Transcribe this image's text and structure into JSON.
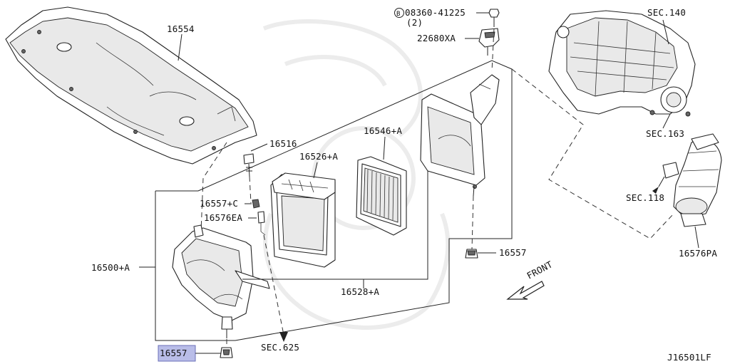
{
  "diagram_code": "J16501LF",
  "highlight_color": "#b9bde8",
  "labels": {
    "cover": "16554",
    "bolt_ref": "08360-41225",
    "bolt_qty": "(2)",
    "maf_sensor": "22680XA",
    "sec_140": "SEC.140",
    "sec_163": "SEC.163",
    "sec_118": "SEC.118",
    "duct": "16576PA",
    "screw": "16516",
    "filter_frame": "16526+A",
    "filter_element": "16546+A",
    "collar": "16557+C",
    "hose": "16576EA",
    "air_cleaner_assy": "16500+A",
    "grommet_right": "16557",
    "cover_assy": "16528+A",
    "front": "FRONT",
    "grommet_bottom": "16557",
    "sec_625": "SEC.625"
  },
  "icons": [
    "bolt-symbol-icon",
    "front-arrow-icon"
  ]
}
